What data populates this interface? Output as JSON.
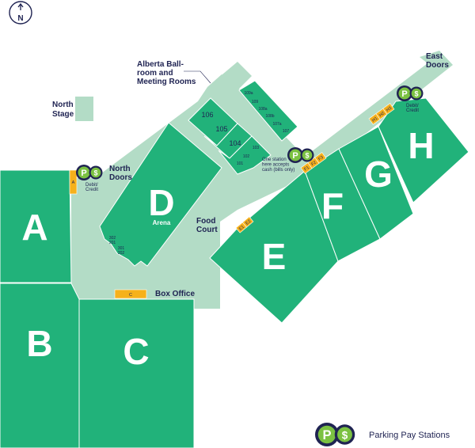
{
  "colors": {
    "lot": "#21b27a",
    "walkway": "#b3dcc6",
    "pay_booth": "#f6b11b",
    "text": "#1f2352",
    "station_icon": "#7bc142"
  },
  "compass": {
    "label": "N",
    "icon": "north-arrow-icon"
  },
  "lots": {
    "A": "A",
    "B": "B",
    "C": "C",
    "D": "D",
    "E": "E",
    "F": "F",
    "G": "G",
    "H": "H"
  },
  "labels": {
    "north_stage": [
      "North",
      "Stage"
    ],
    "alberta_ballroom": [
      "Alberta Ball-",
      "room and",
      "Meeting Rooms"
    ],
    "east_doors": [
      "East",
      "Doors"
    ],
    "north_doors": [
      "North",
      "Doors"
    ],
    "arena": "Arena",
    "food_court": [
      "Food",
      "Court"
    ],
    "box_office": "Box Office",
    "debit_credit": [
      "Debit/",
      "Credit"
    ],
    "cash_note": [
      "One station",
      "here accepts",
      "cash (bills only)"
    ]
  },
  "rooms": [
    "106",
    "105",
    "104",
    "103",
    "102",
    "101",
    "109a",
    "109",
    "108a",
    "108b",
    "107a",
    "107"
  ],
  "arena_sections": [
    "302",
    "201",
    "301",
    "202"
  ],
  "booths": {
    "A": "A",
    "C": "C",
    "E": [
      "E1",
      "E2"
    ],
    "F": [
      "F1",
      "F2",
      "F3"
    ],
    "H": [
      "H1",
      "H2",
      "H3"
    ]
  },
  "station_icon": {
    "p": "P",
    "s": "$"
  },
  "legend": {
    "label": "Parking Pay Stations"
  }
}
